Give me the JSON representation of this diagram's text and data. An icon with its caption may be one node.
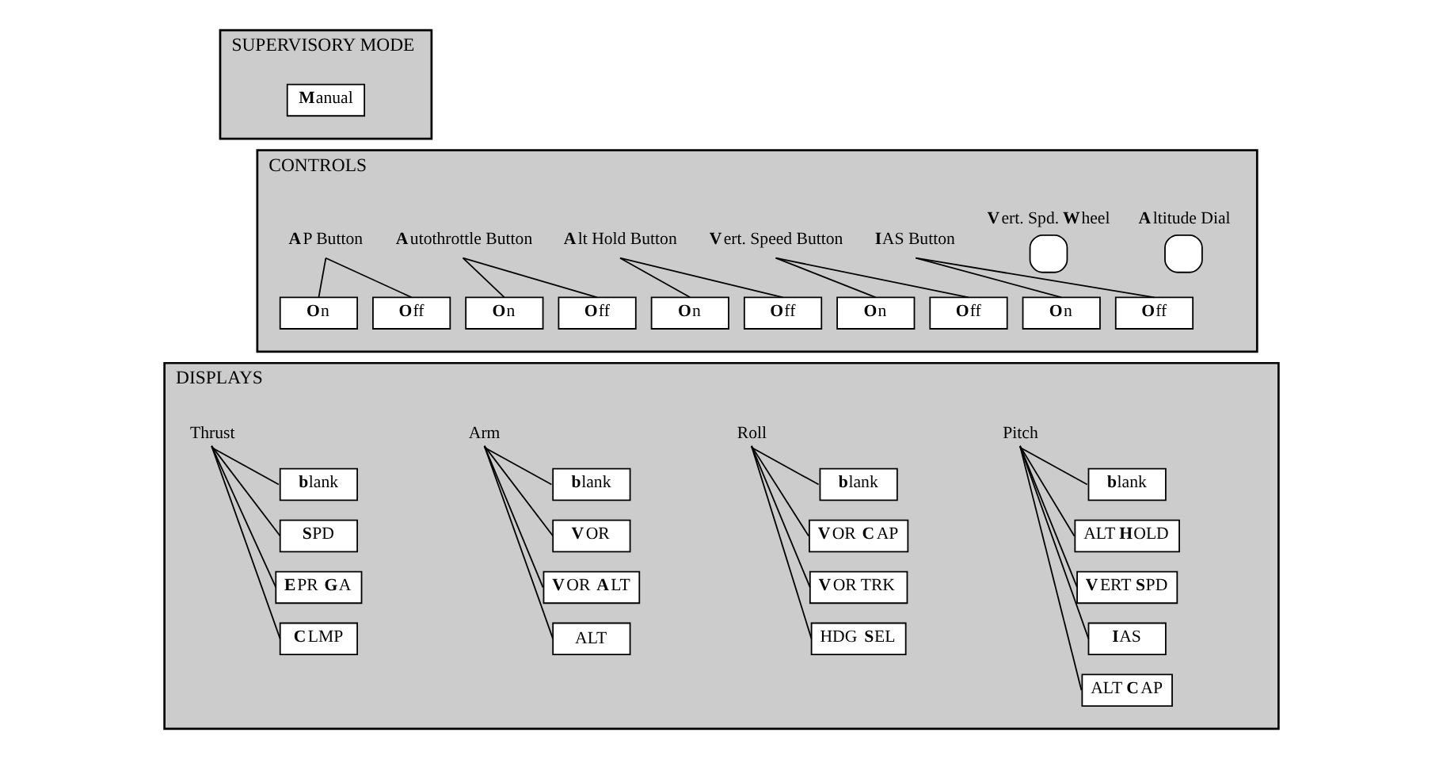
{
  "diagram": {
    "nodes": [
      {
        "text": [
          "SUPERVISORY MODE"
        ]
      },
      {
        "text": [
          "**M**anual"
        ],
        "in": 0
      },
      {
        "text": [
          "CONTROLS"
        ]
      },
      {
        "text": [
          "**A**P Button"
        ],
        "in": 2
      },
      {
        "text": [
          "**O**n"
        ],
        "in": 2
      },
      {
        "text": [
          "**O**ff"
        ],
        "in": 2
      },
      {
        "text": [
          "**A**utothrottle Button"
        ],
        "in": 2
      },
      {
        "text": [
          "**O**n"
        ],
        "in": 2
      },
      {
        "text": [
          "**O**ff"
        ],
        "in": 2
      },
      {
        "text": [
          "**A**lt Hold Button"
        ],
        "in": 2
      },
      {
        "text": [
          "**O**n"
        ],
        "in": 2
      },
      {
        "text": [
          "**O**ff"
        ],
        "in": 2
      },
      {
        "text": [
          "**V**ert. Speed Button"
        ],
        "in": 2
      },
      {
        "text": [
          "**O**n"
        ],
        "in": 2
      },
      {
        "text": [
          "**O**ff"
        ],
        "in": 2
      },
      {
        "text": [
          "**I**AS Button"
        ],
        "in": 2
      },
      {
        "text": [
          "**O**n"
        ],
        "in": 2
      },
      {
        "text": [
          "**O**ff"
        ],
        "in": 2
      },
      {
        "text": [
          "**V**ert. Spd. **W**heel"
        ],
        "in": 2
      },
      {
        "text": [
          "**A**ltitude Dial"
        ],
        "in": 2
      },
      {
        "text": [
          "DISPLAYS"
        ]
      },
      {
        "text": [
          "Thrust"
        ],
        "in": 20
      },
      {
        "text": [
          "**b**lank"
        ],
        "in": 20
      },
      {
        "text": [
          "**S**PD"
        ],
        "in": 20
      },
      {
        "text": [
          "**E**PR **G**A"
        ],
        "in": 20
      },
      {
        "text": [
          "**C**LMP"
        ],
        "in": 20
      },
      {
        "text": [
          "Arm"
        ],
        "in": 20
      },
      {
        "text": [
          "**b**lank"
        ],
        "in": 20
      },
      {
        "text": [
          "**V**OR"
        ],
        "in": 20
      },
      {
        "text": [
          "**V**OR **A**LT"
        ],
        "in": 20
      },
      {
        "text": [
          "ALT"
        ],
        "in": 20
      },
      {
        "text": [
          "Roll"
        ],
        "in": 20
      },
      {
        "text": [
          "**b**lank"
        ],
        "in": 20
      },
      {
        "text": [
          "**V**OR **C**AP"
        ],
        "in": 20
      },
      {
        "text": [
          "**V**OR TRK"
        ],
        "in": 20
      },
      {
        "text": [
          "HDG **S**EL"
        ],
        "in": 20
      },
      {
        "text": [
          "Pitch"
        ],
        "in": 20
      },
      {
        "text": [
          "**b**lank"
        ],
        "in": 20
      },
      {
        "text": [
          "ALT **H**OLD"
        ],
        "in": 20
      },
      {
        "text": [
          "**V**ERT **S**PD"
        ],
        "in": 20
      },
      {
        "text": [
          "**I**AS"
        ],
        "in": 20
      },
      {
        "text": [
          "ALT **C**AP"
        ],
        "in": 20
      }
    ],
    "edges": [
      {
        "from": 3,
        "to": 4,
        "arrow": "none"
      },
      {
        "from": 3,
        "to": 5,
        "arrow": "none"
      },
      {
        "from": 6,
        "to": 7,
        "arrow": "none"
      },
      {
        "from": 6,
        "to": 8,
        "arrow": "none"
      },
      {
        "from": 9,
        "to": 10,
        "arrow": "none"
      },
      {
        "from": 9,
        "to": 11,
        "arrow": "none"
      },
      {
        "from": 12,
        "to": 13,
        "arrow": "none"
      },
      {
        "from": 12,
        "to": 14,
        "arrow": "none"
      },
      {
        "from": 15,
        "to": 16,
        "arrow": "none"
      },
      {
        "from": 15,
        "to": 17,
        "arrow": "none"
      },
      {
        "from": 21,
        "to": 22,
        "arrow": "none"
      },
      {
        "from": 21,
        "to": 23,
        "arrow": "none"
      },
      {
        "from": 21,
        "to": 24,
        "arrow": "none"
      },
      {
        "from": 21,
        "to": 25,
        "arrow": "none"
      },
      {
        "from": 26,
        "to": 27,
        "arrow": "none"
      },
      {
        "from": 26,
        "to": 28,
        "arrow": "none"
      },
      {
        "from": 26,
        "to": 29,
        "arrow": "none"
      },
      {
        "from": 26,
        "to": 30,
        "arrow": "none"
      },
      {
        "from": 31,
        "to": 32,
        "arrow": "none"
      },
      {
        "from": 31,
        "to": 33,
        "arrow": "none"
      },
      {
        "from": 31,
        "to": 34,
        "arrow": "none"
      },
      {
        "from": 31,
        "to": 35,
        "arrow": "none"
      },
      {
        "from": 36,
        "to": 37,
        "arrow": "none"
      },
      {
        "from": 36,
        "to": 38,
        "arrow": "none"
      },
      {
        "from": 36,
        "to": 39,
        "arrow": "none"
      },
      {
        "from": 36,
        "to": 40,
        "arrow": "none"
      },
      {
        "from": 36,
        "to": 41,
        "arrow": "none"
      }
    ]
  }
}
